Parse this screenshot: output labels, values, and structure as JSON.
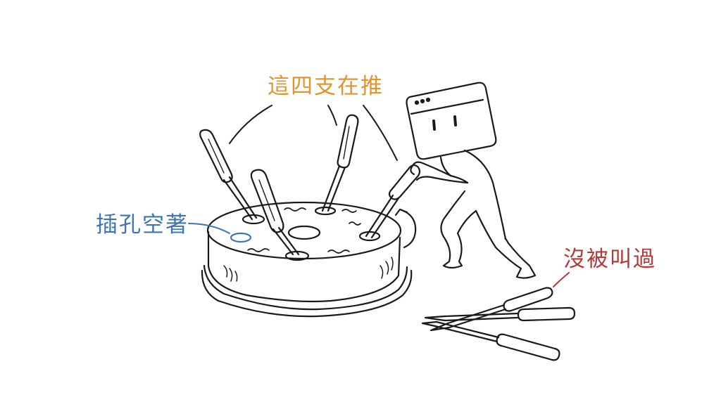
{
  "labels": {
    "pushing": "這四支在推",
    "empty_hole": "插孔空著",
    "unused": "沒被叫過"
  },
  "colors": {
    "pushing": "#e0952f",
    "empty_hole": "#3d74b5",
    "unused": "#b33a3a",
    "ink": "#1a1a1a"
  },
  "icons": {
    "character": "browser-window-head-character",
    "tool": "screwdriver-icon"
  }
}
